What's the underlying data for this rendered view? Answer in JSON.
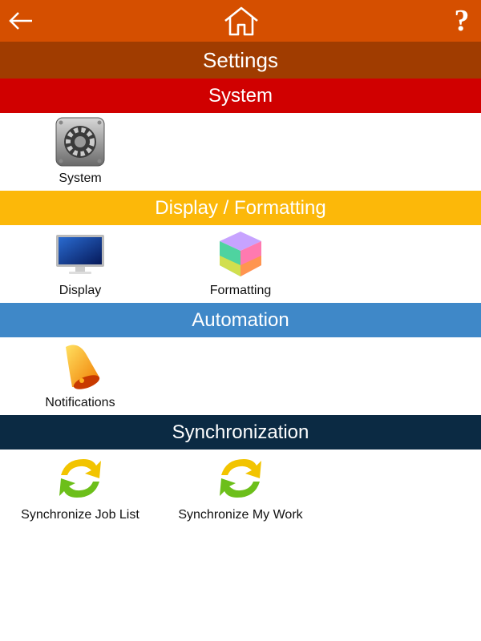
{
  "header": {
    "title": "Settings",
    "back_icon": "arrow-left-icon",
    "home_icon": "home-icon",
    "help_label": "?"
  },
  "sections": [
    {
      "title": "System",
      "color": "#d00000",
      "items": [
        {
          "label": "System",
          "icon": "gear-icon"
        }
      ]
    },
    {
      "title": "Display / Formatting",
      "color": "#fcb809",
      "items": [
        {
          "label": "Display",
          "icon": "monitor-icon"
        },
        {
          "label": "Formatting",
          "icon": "color-cube-icon"
        }
      ]
    },
    {
      "title": "Automation",
      "color": "#3f88c8",
      "items": [
        {
          "label": "Notifications",
          "icon": "bell-icon"
        }
      ]
    },
    {
      "title": "Synchronization",
      "color": "#0b2a43",
      "items": [
        {
          "label": "Synchronize Job List",
          "icon": "sync-icon"
        },
        {
          "label": "Synchronize My Work",
          "icon": "sync-icon"
        }
      ]
    }
  ]
}
